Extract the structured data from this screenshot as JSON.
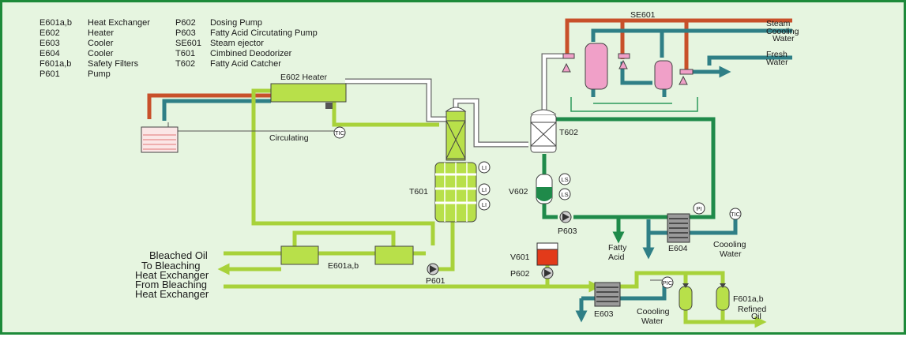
{
  "legend": {
    "col1": [
      {
        "tag": "E601a,b",
        "desc": "Heat Exchanger"
      },
      {
        "tag": "E602",
        "desc": "Heater"
      },
      {
        "tag": "E603",
        "desc": "Cooler"
      },
      {
        "tag": "E604",
        "desc": "Cooler"
      },
      {
        "tag": "F601a,b",
        "desc": "Safety Filters"
      },
      {
        "tag": "P601",
        "desc": "Pump"
      }
    ],
    "col2": [
      {
        "tag": "P602",
        "desc": "Dosing Pump"
      },
      {
        "tag": "P603",
        "desc": "Fatty Acid Circutating Pump"
      },
      {
        "tag": "SE601",
        "desc": "Steam ejector"
      },
      {
        "tag": "T601",
        "desc": "Cimbined Deodorizer"
      },
      {
        "tag": "T602",
        "desc": "Fatty Acid Catcher"
      }
    ]
  },
  "labels": {
    "e602": "E602  Heater",
    "circulating": "Circulating",
    "t601": "T601",
    "t602": "T602",
    "v602": "V602",
    "p603": "P603",
    "fatty1": "Fatty",
    "fatty2": "Acid",
    "e604": "E604",
    "cw_e604_1": "Coooling",
    "cw_e604_2": "Water",
    "se601": "SE601",
    "steam": "Steam",
    "cw_top_1": "Coooling",
    "cw_top_2": "Water",
    "fresh1": "Fresh",
    "fresh2": "Water",
    "bleached_oil": "Bleached Oil",
    "to_bleach1": "To Bleaching",
    "to_bleach2": "Heat Exchanger",
    "from_bleach1": "From Bleaching",
    "from_bleach2": "Heat Exchanger",
    "e601": "E601a,b",
    "p601": "P601",
    "v601": "V601",
    "p602": "P602",
    "e603": "E603",
    "cw_e603_1": "Coooling",
    "cw_e603_2": "Water",
    "f601": "F601a,b",
    "refined1": "Refined",
    "refined2": "Oil"
  },
  "instruments": {
    "tic_e602": "TIC",
    "li1": "LI",
    "li2": "LI",
    "li3": "LI",
    "ls1": "LS",
    "ls2": "LS",
    "pi": "PI",
    "tic_e604": "TIC",
    "pic": "PIC"
  },
  "colors": {
    "background": "#e6f5e0",
    "frame": "#1d8a3a",
    "oil_line": "#a8d23a",
    "steam_line": "#c8502a",
    "water_line": "#2f7f86",
    "fatty_acid_line": "#1f8a4a",
    "vessel_pink": "#f0a0c8",
    "dosing_red": "#e23a1a"
  }
}
